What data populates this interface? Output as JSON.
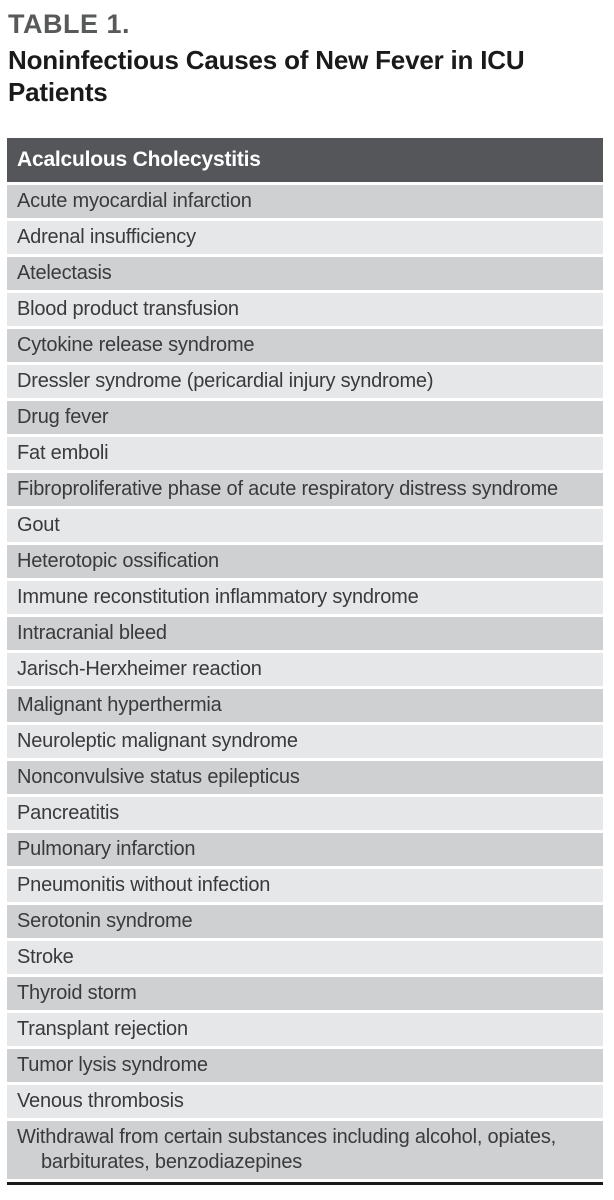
{
  "page": {
    "table_label": "TABLE 1.",
    "table_title": "Noninfectious Causes of New Fever in ICU Patients"
  },
  "table": {
    "header": "Acalculous Cholecystitis",
    "rows": [
      "Acute myocardial infarction",
      "Adrenal insufficiency",
      "Atelectasis",
      "Blood product transfusion",
      "Cytokine release syndrome",
      "Dressler syndrome (pericardial injury syndrome)",
      "Drug fever",
      "Fat emboli",
      "Fibroproliferative phase of acute respiratory distress syndrome",
      "Gout",
      "Heterotopic ossification",
      "Immune reconstitution inflammatory syndrome",
      "Intracranial bleed",
      "Jarisch-Herxheimer reaction",
      "Malignant hyperthermia",
      "Neuroleptic malignant syndrome",
      "Nonconvulsive status epilepticus",
      "Pancreatitis",
      "Pulmonary infarction",
      "Pneumonitis without infection",
      "Serotonin syndrome",
      "Stroke",
      "Thyroid storm",
      "Transplant rejection",
      "Tumor lysis syndrome",
      "Venous thrombosis",
      "Withdrawal from certain substances including alcohol, opiates, barbiturates, benzodiazepines"
    ]
  },
  "colors": {
    "header_bg": "#54565a",
    "header_text": "#ffffff",
    "row_dark": "#cfd0d1",
    "row_light": "#e6e7e8",
    "row_text": "#3a3a3c",
    "title_label": "#58595b",
    "title_text": "#1a1a1a",
    "bottom_rule": "#1a1a1a"
  }
}
